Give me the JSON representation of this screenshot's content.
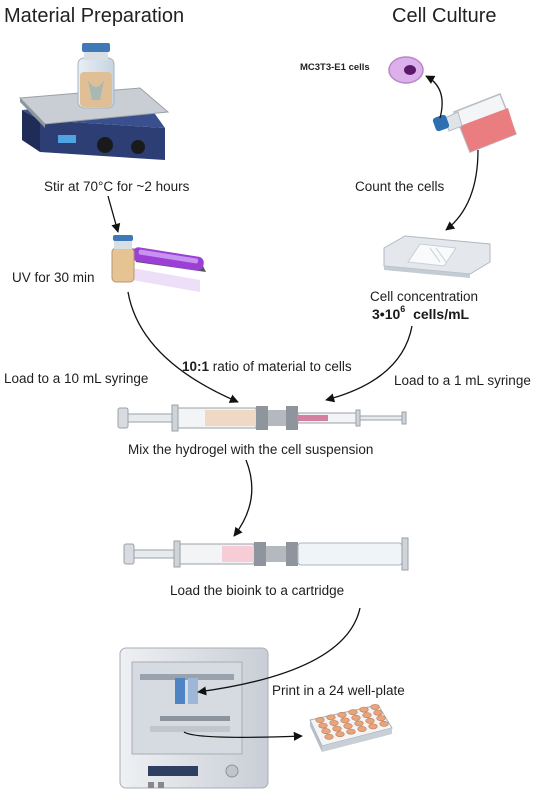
{
  "columns": {
    "left_title": "Material Preparation",
    "right_title": "Cell Culture"
  },
  "steps": {
    "stir": "Stir at 70°C for ~2 hours",
    "uv": "UV for 30 min",
    "cells_label": "MC3T3-E1 cells",
    "count": "Count the cells",
    "concentration_label": "Cell concentration",
    "concentration_value_base": "3•10",
    "concentration_value_exp": "6",
    "concentration_value_unit": "cells/mL",
    "load_10ml": "Load to a 10 mL syringe",
    "ratio_bold": "10:1",
    "ratio_rest": " ratio of material to cells",
    "load_1ml": "Load to a 1 mL syringe",
    "mix": "Mix the hydrogel with the cell suspension",
    "load_cartridge": "Load the bioink to a cartridge",
    "print": "Print in a 24 well-plate"
  },
  "colors": {
    "arrow": "#111111",
    "hotplate_body": "#2c3e74",
    "hydrogel": "#e8c9a0",
    "uv_light": "#9b3fd6",
    "flask_medium": "#e9787a",
    "cell": "#d9a6e6",
    "cell_suspension": "#d47fa0",
    "well": "#e8a47c"
  }
}
